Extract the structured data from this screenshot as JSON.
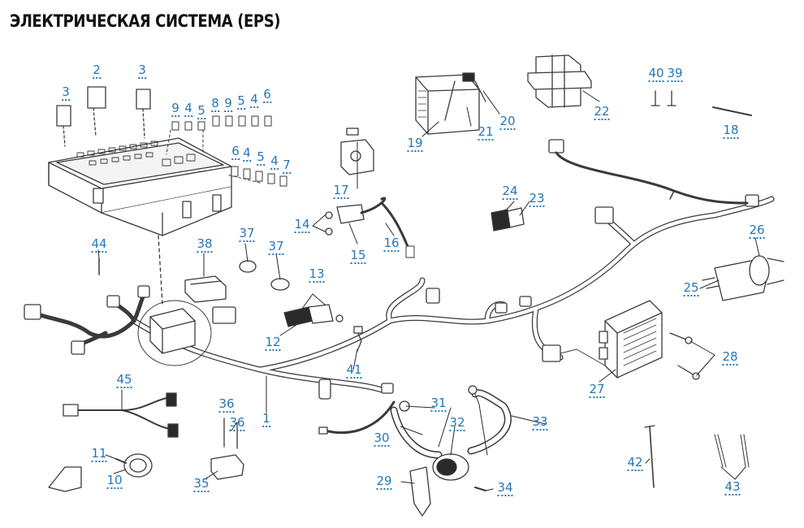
{
  "title": "ЭЛЕКТРИЧЕСКАЯ СИСТЕМА (EPS)",
  "colors": {
    "callout": "#2477b8",
    "line": "#3a3a3a",
    "part_fill": "#ffffff",
    "part_dark": "#2a2a2a"
  },
  "callouts": {
    "c1": "1",
    "c2": "2",
    "c3a": "3",
    "c3b": "3",
    "c4a": "4",
    "c4b": "4",
    "c4c": "4",
    "c4d": "4",
    "c5a": "5",
    "c5b": "5",
    "c5c": "5",
    "c6a": "6",
    "c6b": "6",
    "c7": "7",
    "c8": "8",
    "c9a": "9",
    "c9b": "9",
    "c10": "10",
    "c11": "11",
    "c12": "12",
    "c13": "13",
    "c14": "14",
    "c15": "15",
    "c16": "16",
    "c17": "17",
    "c18": "18",
    "c19": "19",
    "c20": "20",
    "c21": "21",
    "c22": "22",
    "c23": "23",
    "c24": "24",
    "c25": "25",
    "c26": "26",
    "c27": "27",
    "c28": "28",
    "c29": "29",
    "c30": "30",
    "c31": "31",
    "c32": "32",
    "c33": "33",
    "c34": "34",
    "c35": "35",
    "c36a": "36",
    "c36b": "36",
    "c37a": "37",
    "c37b": "37",
    "c38": "38",
    "c39": "39",
    "c40": "40",
    "c41": "41",
    "c42": "42",
    "c43": "43",
    "c44": "44",
    "c45": "45"
  }
}
